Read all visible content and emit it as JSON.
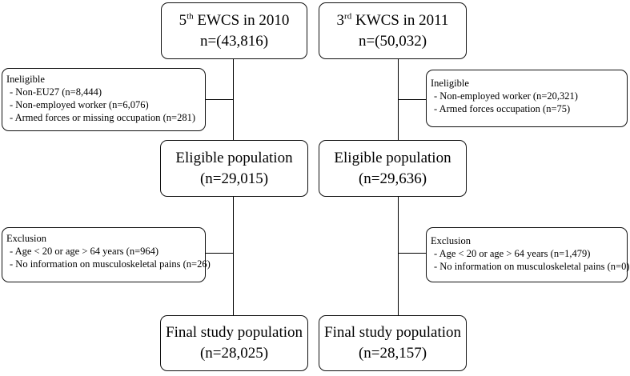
{
  "left": {
    "survey": {
      "ordinal": "5",
      "suffix": "th",
      "name": "EWCS in 2010",
      "n": "n=(43,816)"
    },
    "ineligible": {
      "heading": "Ineligible",
      "items": [
        "- Non-EU27 (n=8,444)",
        "- Non-employed worker (n=6,076)",
        "- Armed forces or missing occupation (n=281)"
      ]
    },
    "eligible": {
      "title": "Eligible population",
      "n": "(n=29,015)"
    },
    "exclusion": {
      "heading": "Exclusion",
      "items": [
        "- Age < 20 or age  > 64 years (n=964)",
        "- No information on musculoskeletal pains (n=26)"
      ]
    },
    "final": {
      "title": "Final study population",
      "n": "(n=28,025)"
    }
  },
  "right": {
    "survey": {
      "ordinal": "3",
      "suffix": "rd",
      "name": "KWCS in 2011",
      "n": "n=(50,032)"
    },
    "ineligible": {
      "heading": "Ineligible",
      "items": [
        "- Non-employed worker (n=20,321)",
        "- Armed forces occupation (n=75)"
      ]
    },
    "eligible": {
      "title": "Eligible population",
      "n": "(n=29,636)"
    },
    "exclusion": {
      "heading": "Exclusion",
      "items": [
        "- Age < 20 or age  > 64 years (n=1,479)",
        "- No information on musculoskeletal pains (n=0)"
      ]
    },
    "final": {
      "title": "Final study population",
      "n": "(n=28,157)"
    }
  }
}
